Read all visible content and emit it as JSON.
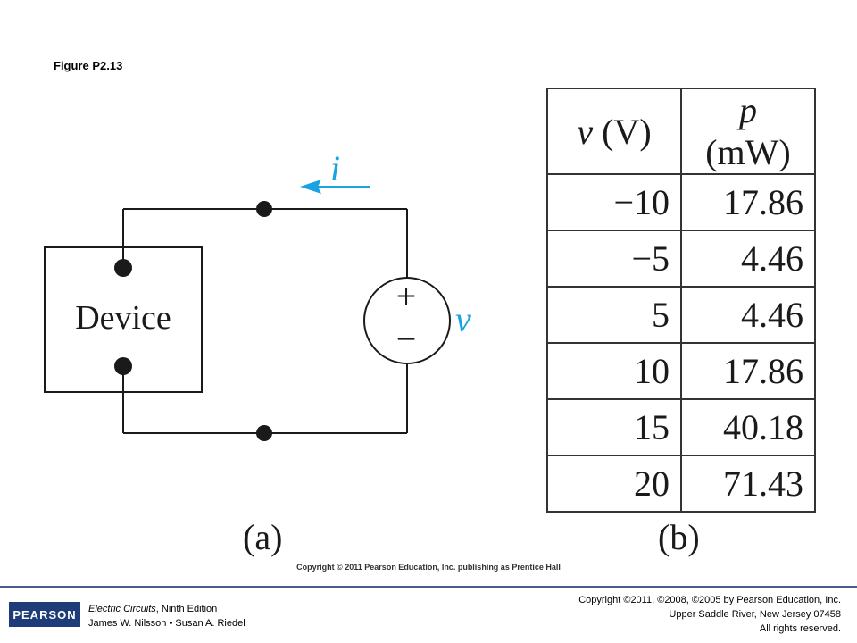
{
  "figure_label": "Figure P2.13",
  "circuit": {
    "device_label": "Device",
    "current_label": "i",
    "voltage_label": "v",
    "plus_sign": "+",
    "minus_sign": "−",
    "colors": {
      "accent": "#1aa3e0",
      "wire": "#1a1a1a"
    }
  },
  "table": {
    "header": {
      "col1_var": "v",
      "col1_unit": " (V)",
      "col2_var": "p",
      "col2_unit": " (mW)"
    },
    "rows": [
      {
        "v": "−10",
        "p": "17.86"
      },
      {
        "v": "−5",
        "p": "4.46"
      },
      {
        "v": "5",
        "p": "4.46"
      },
      {
        "v": "10",
        "p": "17.86"
      },
      {
        "v": "15",
        "p": "40.18"
      },
      {
        "v": "20",
        "p": "71.43"
      }
    ]
  },
  "subfigures": {
    "a": "(a)",
    "b": "(b)"
  },
  "copyright_small": "Copyright © 2011 Pearson Education, Inc. publishing as Prentice Hall",
  "footer": {
    "logo_text": "PEARSON",
    "book_title": "Electric Circuits",
    "book_edition": ", Ninth Edition",
    "authors": "James W. Nilsson • Susan A. Riedel",
    "rights_line1": "Copyright ©2011, ©2008, ©2005 by Pearson Education, Inc.",
    "rights_line2": "Upper Saddle River, New Jersey 07458",
    "rights_line3": "All rights reserved.",
    "line_color": "#4b5a8a",
    "logo_color": "#1e3c78"
  }
}
